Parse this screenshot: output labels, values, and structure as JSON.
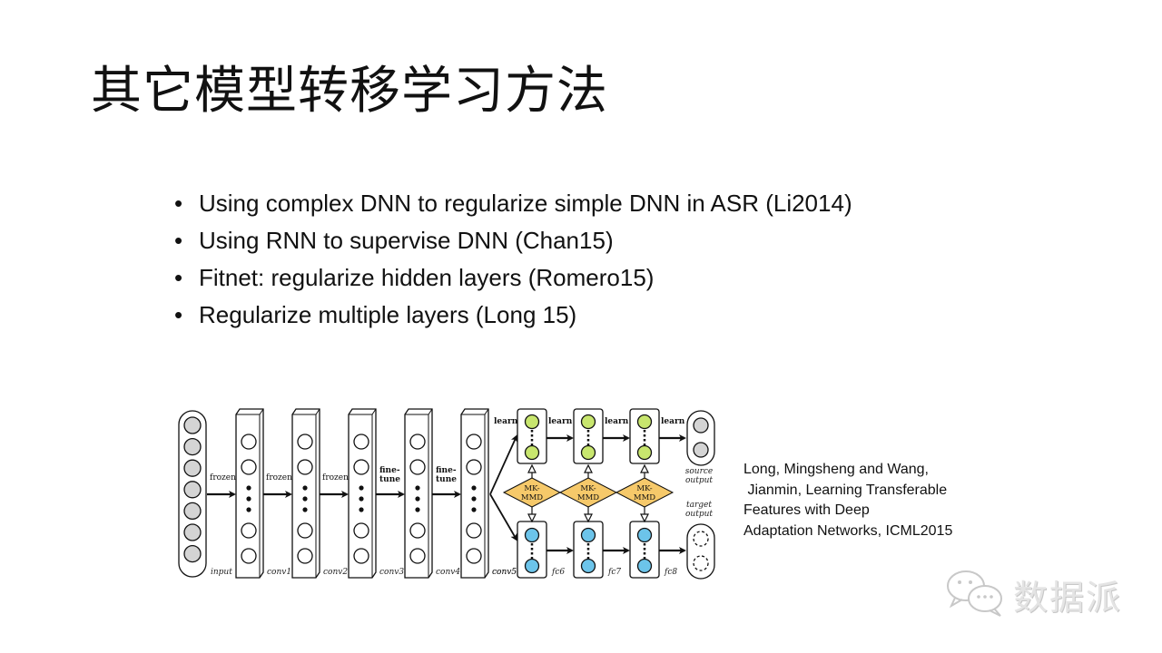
{
  "slide": {
    "title": "其它模型转移学习方法",
    "bullets": [
      {
        "marker": "•",
        "text": "Using complex DNN to regularize simple DNN in ASR (Li2014)"
      },
      {
        "marker": "•",
        "text": "Using RNN to supervise DNN (Chan15)"
      },
      {
        "marker": "•",
        "text": "Fitnet: regularize hidden layers (Romero15)"
      },
      {
        "marker": "•",
        "text": "Regularize multiple layers (Long 15)"
      }
    ],
    "citation": "Long, Mingsheng and Wang,\n Jianmin, Learning Transferable\nFeatures with Deep\nAdaptation Networks, ICML2015",
    "watermark": {
      "icon": "wechat-icon",
      "text": "数据派"
    }
  },
  "diagram": {
    "layers": [
      "input",
      "conv1",
      "conv2",
      "conv3",
      "conv4",
      "conv5"
    ],
    "transitions": [
      "frozen",
      "frozen",
      "frozen",
      "fine-\ntune",
      "fine-\ntune"
    ],
    "fc_layers": [
      "fc6",
      "fc7",
      "fc8"
    ],
    "learn_labels": [
      "learn",
      "learn",
      "learn",
      "learn"
    ],
    "mmd_label": "MK-\nMMD",
    "source_output": "source\noutput",
    "target_output": "target\noutput",
    "colors": {
      "source_node": "#c8e66e",
      "target_node": "#6cc4ea",
      "mmd_fill": "#f6c96a",
      "input_node": "#d4d4d4",
      "stroke": "#111111"
    }
  }
}
